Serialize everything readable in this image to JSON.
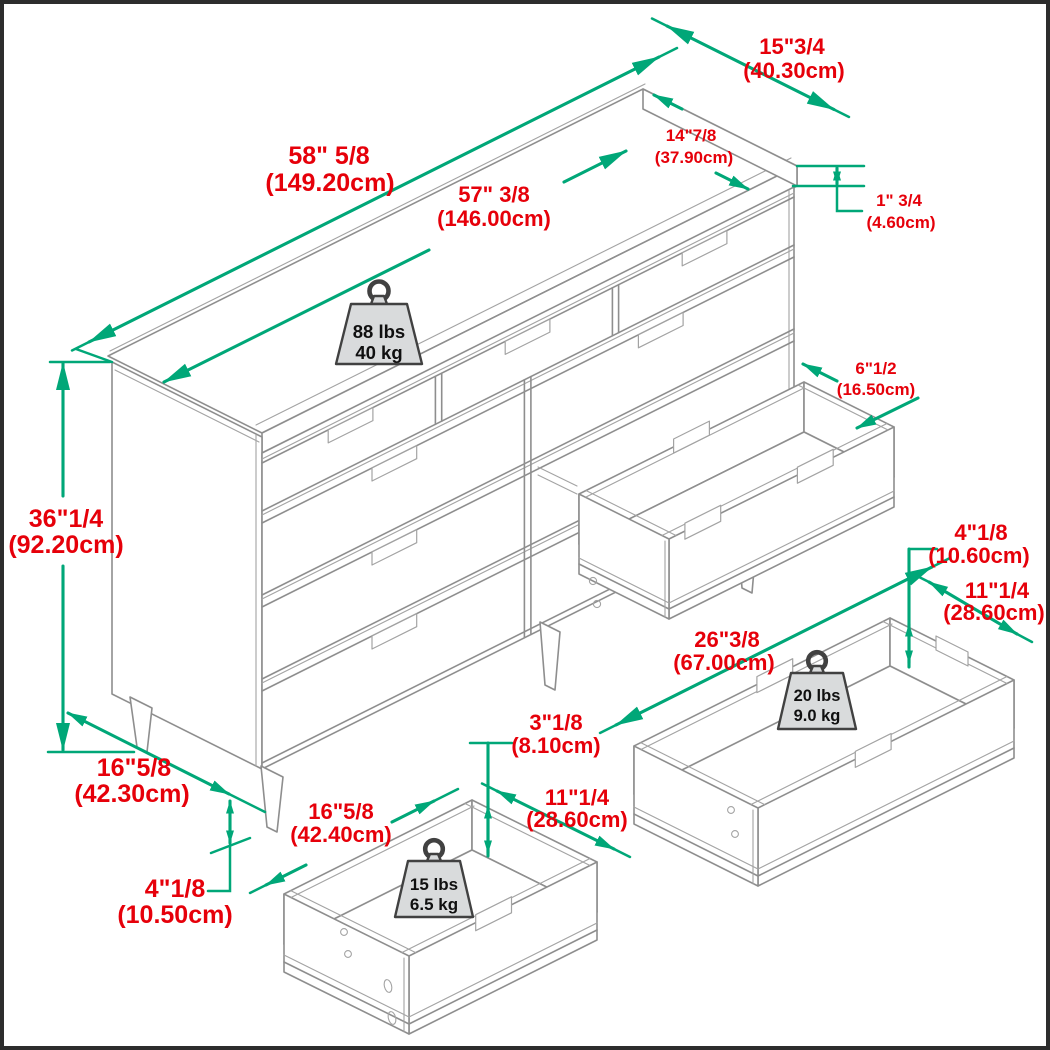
{
  "diagram": {
    "type": "furniture-dimension-diagram",
    "subject": "7-drawer dresser isometric line drawing with pull-out drawers",
    "colors": {
      "dimension_green": "#00a778",
      "label_red": "#e6000a",
      "line_gray": "#8e8e8e",
      "border": "#2d2d2d",
      "background": "#ffffff"
    }
  },
  "dimensions": {
    "overall_width": {
      "in": "58\" 5/8",
      "cm": "(149.20cm)"
    },
    "inner_width": {
      "in": "57\" 3/8",
      "cm": "(146.00cm)"
    },
    "top_depth": {
      "in": "15\"3/4",
      "cm": "(40.30cm)"
    },
    "top_drawer_depth": {
      "in": "14\"7/8",
      "cm": "(37.90cm)"
    },
    "top_thickness": {
      "in": "1\" 3/4",
      "cm": "(4.60cm)"
    },
    "overall_height": {
      "in": "36\"1/4",
      "cm": "(92.20cm)"
    },
    "base_depth": {
      "in": "16\"5/8",
      "cm": "(42.30cm)"
    },
    "leg_height": {
      "in": "4\"1/8",
      "cm": "(10.50cm)"
    },
    "deep_drawer_height": {
      "in": "6\"1/2",
      "cm": "(16.50cm)"
    },
    "large_drawer_width": {
      "in": "26\"3/8",
      "cm": "(67.00cm)"
    },
    "large_drawer_depth": {
      "in": "11\"1/4",
      "cm": "(28.60cm)"
    },
    "large_drawer_height": {
      "in": "4\"1/8",
      "cm": "(10.60cm)"
    },
    "small_drawer_width": {
      "in": "16\"5/8",
      "cm": "(42.40cm)"
    },
    "small_drawer_depth": {
      "in": "11\"1/4",
      "cm": "(28.60cm)"
    },
    "small_drawer_height": {
      "in": "3\"1/8",
      "cm": "(8.10cm)"
    }
  },
  "weights": {
    "total_unit": {
      "lbs": "88 lbs",
      "kg": "40 kg"
    },
    "large_drawer_capacity": {
      "lbs": "20 lbs",
      "kg": "9.0 kg"
    },
    "small_drawer_capacity": {
      "lbs": "15 lbs",
      "kg": "6.5 kg"
    }
  }
}
